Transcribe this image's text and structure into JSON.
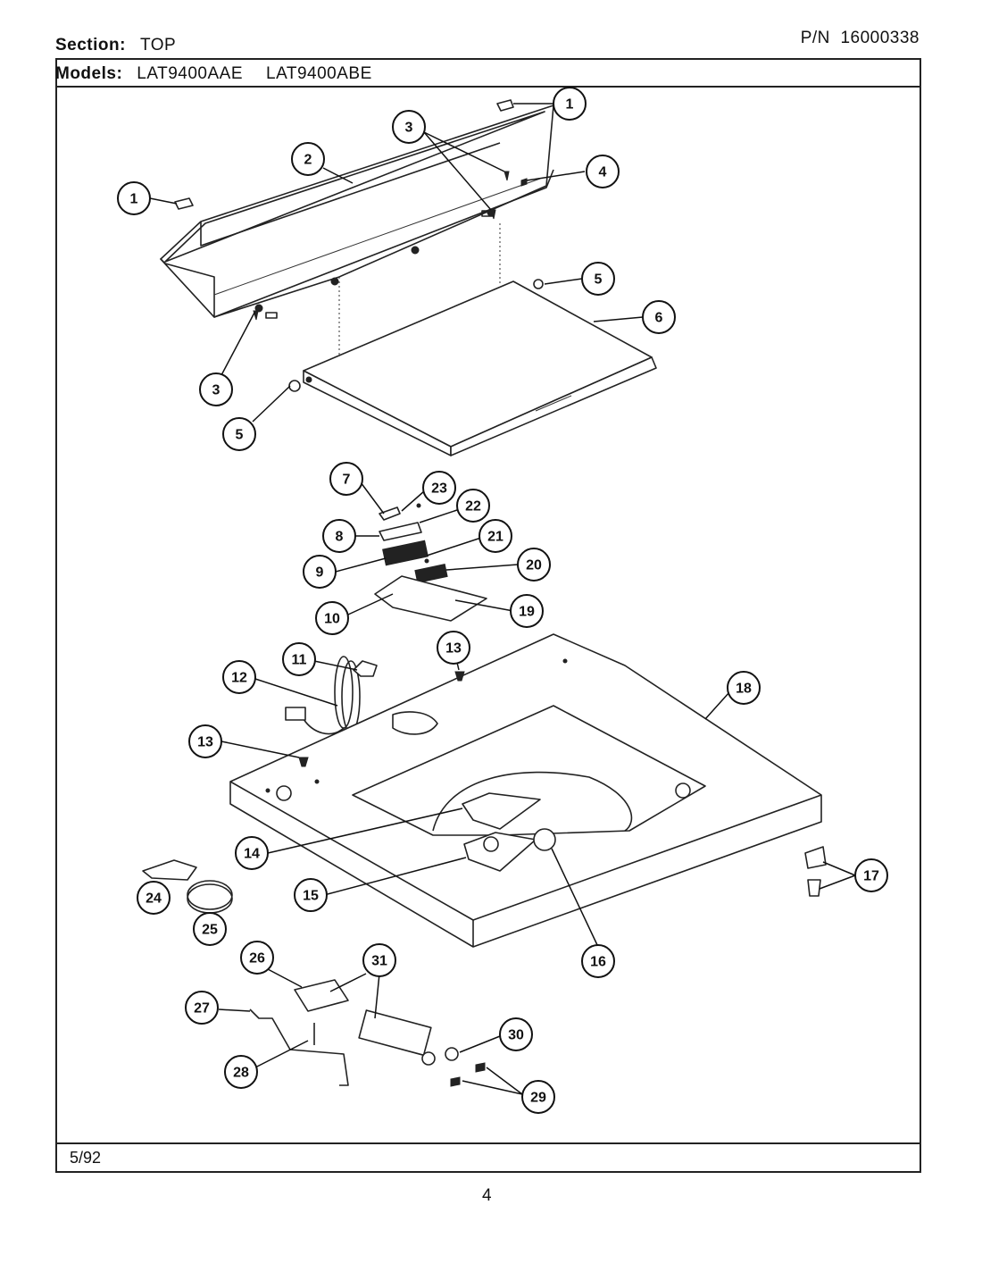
{
  "header": {
    "section_label": "Section:",
    "section_value": "TOP",
    "pn_label": "P/N",
    "pn_value": "16000338",
    "models_label": "Models:",
    "model_1": "LAT9400AAE",
    "model_2": "LAT9400ABE"
  },
  "footer": {
    "date": "5/92",
    "page_number": "4"
  },
  "callouts": [
    "1",
    "2",
    "3",
    "4",
    "5",
    "6",
    "7",
    "8",
    "9",
    "10",
    "11",
    "12",
    "13",
    "14",
    "15",
    "16",
    "17",
    "18",
    "19",
    "20",
    "21",
    "22",
    "23",
    "24",
    "25",
    "26",
    "27",
    "28",
    "29",
    "30",
    "31"
  ]
}
